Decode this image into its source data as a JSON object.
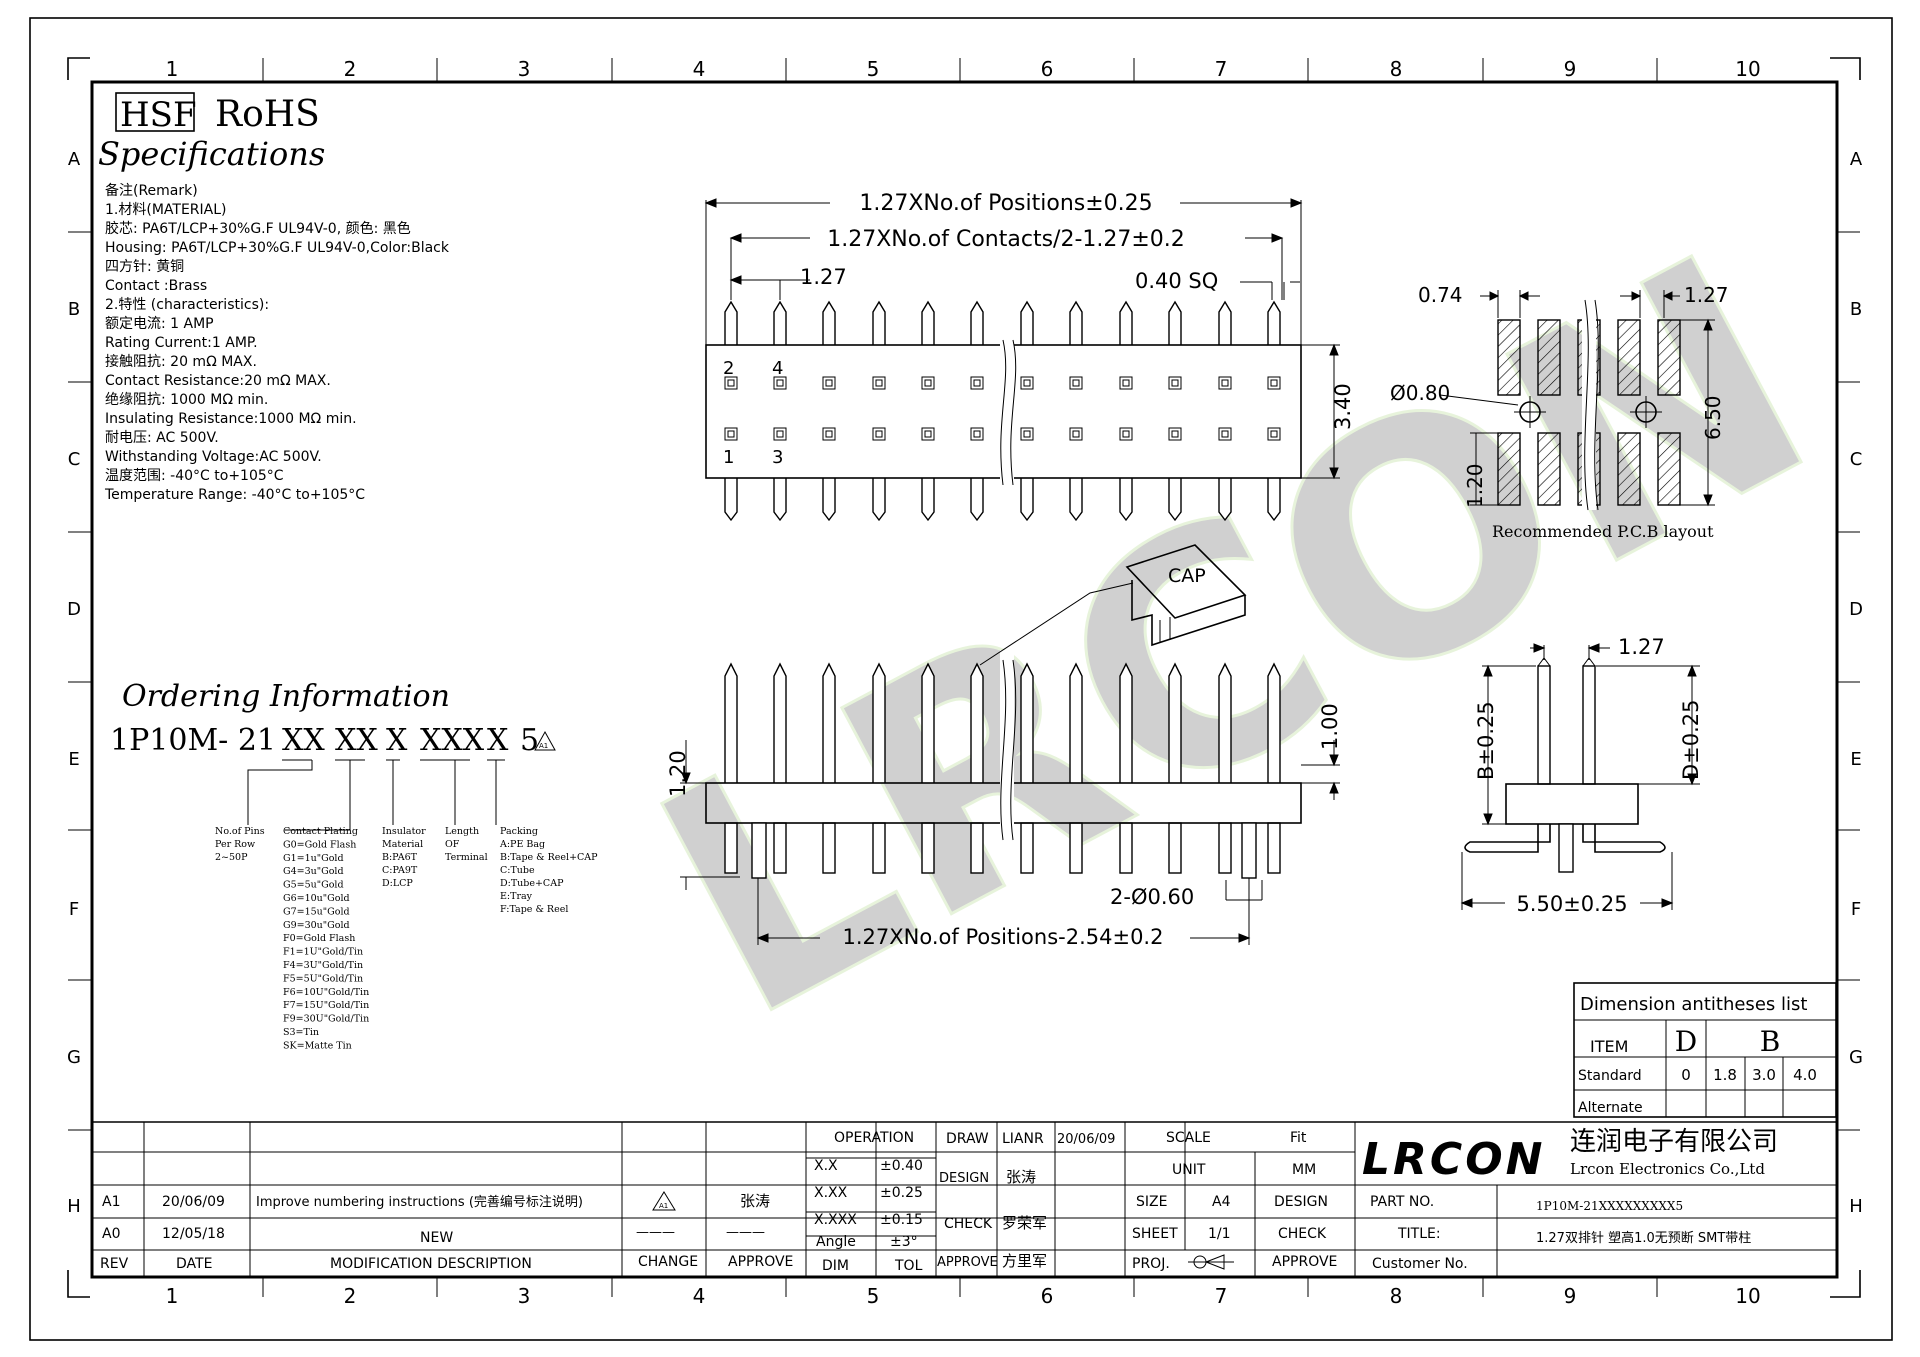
{
  "grid": {
    "columns": [
      "1",
      "2",
      "3",
      "4",
      "5",
      "6",
      "7",
      "8",
      "9",
      "10"
    ],
    "rows": [
      "A",
      "B",
      "C",
      "D",
      "E",
      "F",
      "G",
      "H"
    ]
  },
  "header": {
    "hsf": "HSF",
    "rohs": "RoHS",
    "specifications": "Specifications"
  },
  "spec_lines": [
    "备注(Remark)",
    "1.材料(MATERIAL)",
    "胶芯: PA6T/LCP+30%G.F UL94V-0, 颜色: 黑色",
    "Housing: PA6T/LCP+30%G.F UL94V-0,Color:Black",
    "四方针: 黄铜",
    "Contact :Brass",
    "2.特性 (characteristics):",
    "额定电流: 1 AMP",
    "Rating Current:1 AMP.",
    "接触阻抗: 20 mΩ MAX.",
    "Contact Resistance:20 mΩ MAX.",
    "绝缘阻抗: 1000 MΩ min.",
    "Insulating Resistance:1000 MΩ  min.",
    "耐电压: AC 500V.",
    "Withstanding Voltage:AC 500V.",
    "温度范围: -40°C to+105°C",
    "Temperature Range: -40°C to+105°C"
  ],
  "ordering": {
    "title": "Ordering Information",
    "code": [
      "1P10M- 21",
      "XX",
      "XX",
      "X",
      "XXX",
      "X",
      "5"
    ],
    "rev_mark": "A1",
    "col_pins": [
      "No.of Pins",
      "Per Row",
      "2~50P"
    ],
    "col_plating": [
      "Contact Plating",
      "G0=Gold Flash",
      "G1=1u\"Gold",
      "G4=3u\"Gold",
      "G5=5u\"Gold",
      "G6=10u\"Gold",
      "G7=15u\"Gold",
      "G9=30u\"Gold",
      "F0=Gold Flash",
      "F1=1U\"Gold/Tin",
      "F4=3U\"Gold/Tin",
      "F5=5U\"Gold/Tin",
      "F6=10U\"Gold/Tin",
      "F7=15U\"Gold/Tin",
      "F9=30U\"Gold/Tin",
      "S3=Tin",
      "SK=Matte Tin"
    ],
    "col_insulator": [
      "Insulator",
      "Material",
      "B:PA6T",
      "C:PA9T",
      "D:LCP"
    ],
    "col_length": [
      "Length",
      "OF",
      "Terminal"
    ],
    "col_packing": [
      "Packing",
      "A:PE Bag",
      "B:Tape & Reel+CAP",
      "C:Tube",
      "D:Tube+CAP",
      "E:Tray",
      "F:Tape & Reel"
    ]
  },
  "dims": {
    "positions": "1.27XNo.of Positions±0.25",
    "contacts": "1.27XNo.of Contacts/2-1.27±0.2",
    "pitch": "1.27",
    "sq": "0.40 SQ",
    "height340": "3.40",
    "pin2": "2",
    "pin4": "4",
    "pin1": "1",
    "pin3": "3",
    "cap": "CAP",
    "h120": "1.20",
    "h100": "1.00",
    "holes": "2-Ø0.60",
    "positions254": "1.27XNo.of Positions-2.54±0.2",
    "b": "B±0.25",
    "d": "D±0.25",
    "side_pitch": "1.27",
    "width": "5.50±0.25"
  },
  "pcb": {
    "w074": "0.74",
    "p127": "1.27",
    "hole": "Ø0.80",
    "h650": "6.50",
    "h120": "1.20",
    "caption": "Recommended P.C.B layout"
  },
  "dim_table": {
    "title": "Dimension antitheses list",
    "item": "ITEM",
    "d": "D",
    "b": "B",
    "standard": "Standard",
    "alternate": "Alternate",
    "values": [
      "0",
      "1.8",
      "3.0",
      "4.0"
    ]
  },
  "revision": {
    "rows": [
      {
        "rev": "A1",
        "date": "20/06/09",
        "desc": "Improve numbering instructions (完善编号标注说明)",
        "change": "A1",
        "approve": "张涛"
      },
      {
        "rev": "A0",
        "date": "12/05/18",
        "desc": "NEW",
        "change": "———",
        "approve": "———"
      }
    ],
    "head": {
      "rev": "REV",
      "date": "DATE",
      "desc": "MODIFICATION DESCRIPTION",
      "change": "CHANGE",
      "approve": "APPROVE"
    }
  },
  "tolerance": {
    "operation": "OPERATION",
    "rows": [
      [
        "X.X",
        "±0.40"
      ],
      [
        "X.XX",
        "±0.25"
      ],
      [
        "X.XXX",
        "±0.15"
      ],
      [
        "Angle",
        "±3°"
      ]
    ],
    "dim": "DIM",
    "tol": "TOL"
  },
  "signoff": {
    "draw": "DRAW",
    "draw_name": "LIANR",
    "draw_date": "20/06/09",
    "design": "DESIGN",
    "design_name": "张涛",
    "check": "CHECK",
    "check_name": "罗荣军",
    "approve": "APPROVE",
    "approve_name": "方里军"
  },
  "info": {
    "scale": "SCALE",
    "scale_val": "Fit",
    "unit": "UNIT",
    "unit_val": "MM",
    "size": "SIZE",
    "size_val": "A4",
    "design": "DESIGN",
    "sheet": "SHEET",
    "sheet_val": "1/1",
    "check": "CHECK",
    "proj": "PROJ.",
    "approve": "APPROVE"
  },
  "company": {
    "logo": "LRCON",
    "cn": "连润电子有限公司",
    "en": "Lrcon Electronics Co.,Ltd",
    "part_label": "PART NO.",
    "part_val": "1P10M-21XXXXXXXXX5",
    "title_label": "TITLE:",
    "title_val": "1.27双排针 塑高1.0无预断 SMT带柱",
    "cust_label": "Customer No.",
    "logo_color": "#1a3fc9"
  },
  "watermark": "LRCON"
}
